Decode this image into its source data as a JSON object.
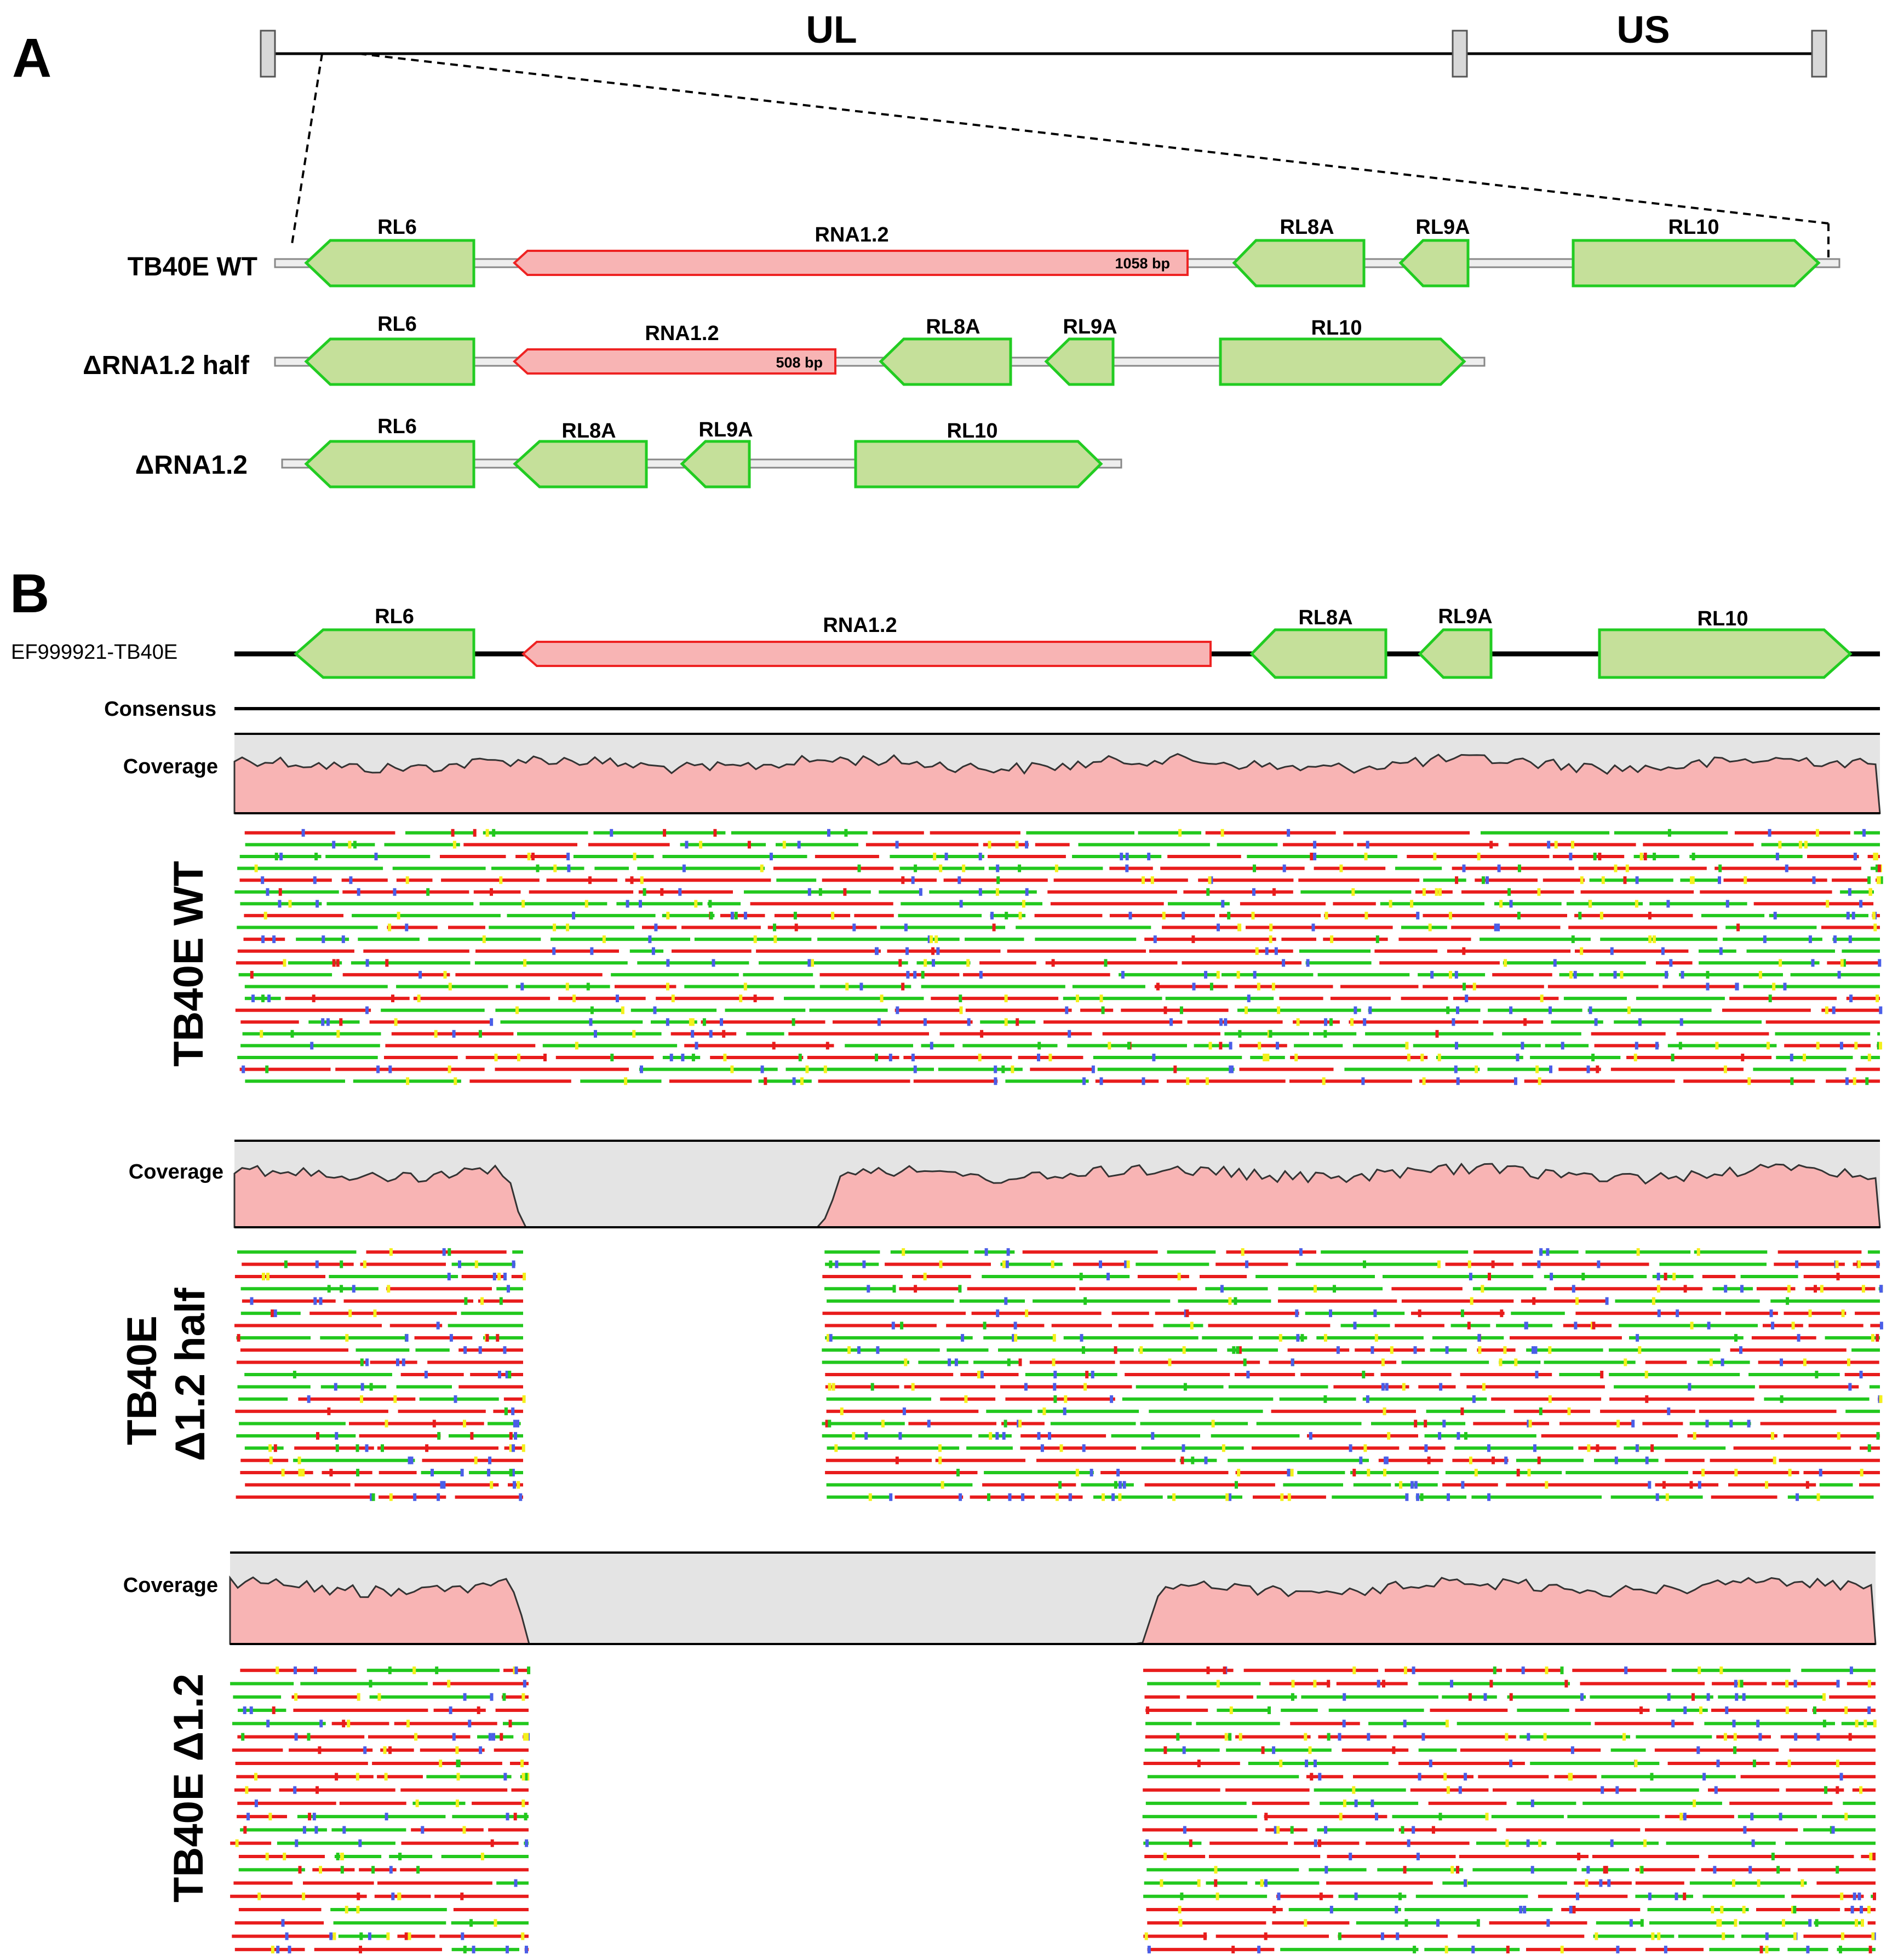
{
  "panels": {
    "a": "A",
    "b": "B"
  },
  "genome": {
    "ul": "UL",
    "us": "US"
  },
  "colors": {
    "gene_green_fill": "#c5e09a",
    "gene_green_stroke": "#22cc22",
    "rna_fill": "#f8b4b4",
    "rna_stroke": "#ee2222",
    "backbone_fill": "#eeeeee",
    "coverage_fill": "#f8b4b4",
    "coverage_bg": "#e4e4e4",
    "read_red": "#e81c1c",
    "read_green": "#22c81e",
    "read_blue": "#4a5ee8",
    "read_yellow": "#f4f01c"
  },
  "constructs": [
    {
      "label": "TB40E WT",
      "genes": [
        {
          "name": "RL6",
          "type": "orf"
        },
        {
          "name": "RNA1.2",
          "type": "rna",
          "size": "1058 bp"
        },
        {
          "name": "RL8A",
          "type": "orf"
        },
        {
          "name": "RL9A",
          "type": "orf"
        },
        {
          "name": "RL10",
          "type": "orf"
        }
      ]
    },
    {
      "label": "ΔRNA1.2 half",
      "genes": [
        {
          "name": "RL6",
          "type": "orf"
        },
        {
          "name": "RNA1.2",
          "type": "rna",
          "size": "508 bp"
        },
        {
          "name": "RL8A",
          "type": "orf"
        },
        {
          "name": "RL9A",
          "type": "orf"
        },
        {
          "name": "RL10",
          "type": "orf"
        }
      ]
    },
    {
      "label": "ΔRNA1.2",
      "genes": [
        {
          "name": "RL6",
          "type": "orf"
        },
        {
          "name": "RL8A",
          "type": "orf"
        },
        {
          "name": "RL9A",
          "type": "orf"
        },
        {
          "name": "RL10",
          "type": "orf"
        }
      ]
    }
  ],
  "alignment": {
    "reference": "EF999921-TB40E",
    "reference_genes": [
      "RL6",
      "RNA1.2",
      "RL8A",
      "RL9A",
      "RL10"
    ],
    "consensus_label": "Consensus",
    "coverage_label": "Coverage",
    "samples": [
      {
        "label_lines": [
          "TB40E WT"
        ],
        "deletion": "none"
      },
      {
        "label_lines": [
          "TB40E",
          "Δ1.2 half"
        ],
        "deletion": "partial"
      },
      {
        "label_lines": [
          "TB40E Δ1.2"
        ],
        "deletion": "full"
      }
    ]
  }
}
